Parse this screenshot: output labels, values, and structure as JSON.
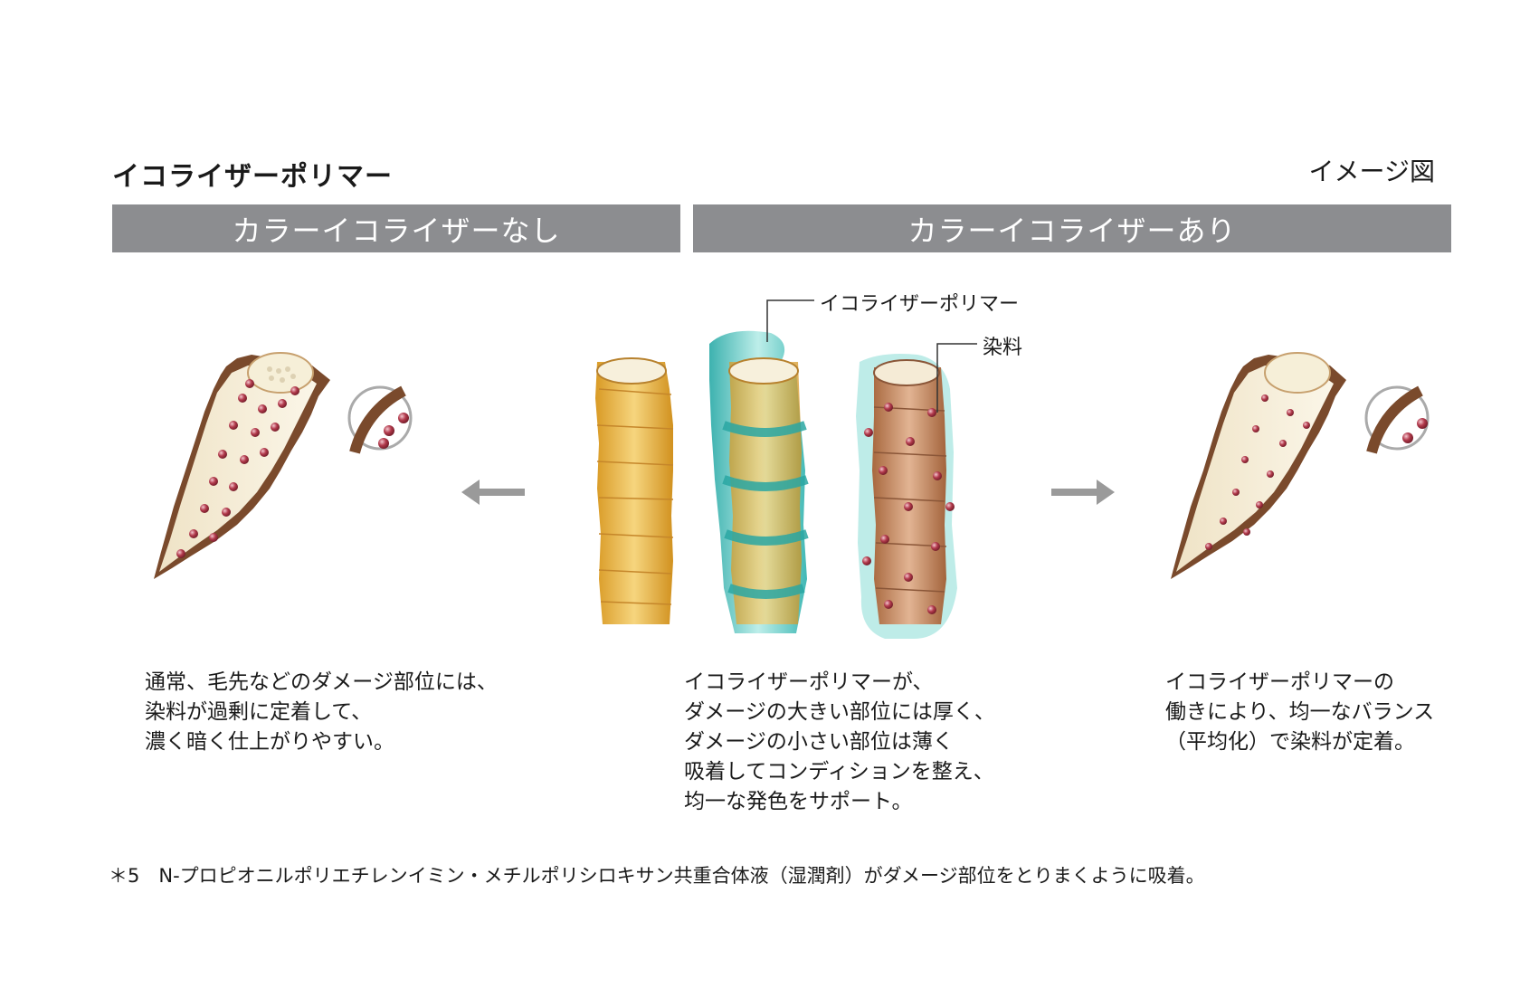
{
  "header": {
    "title": "イコライザーポリマー",
    "image_note": "イメージ図"
  },
  "bands": {
    "without": "カラーイコライザーなし",
    "with": "カラーイコライザーあり"
  },
  "labels": {
    "polymer": "イコライザーポリマー",
    "dye": "染料"
  },
  "captions": {
    "left": "通常、毛先などのダメージ部位には、\n染料が過剰に定着して、\n濃く暗く仕上がりやすい。",
    "center": "イコライザーポリマーが、\nダメージの大きい部位には厚く、\nダメージの小さい部位は薄く\n吸着してコンディションを整え、\n均一な発色をサポート。",
    "right": "イコライザーポリマーの\n働きにより、均一なバランス\n（平均化）で染料が定着。"
  },
  "footnote": "＊5　N-プロピオニルポリエチレンイミン・メチルポリシロキサン共重合体液（湿潤剤）がダメージ部位をとりまくように吸着。",
  "colors": {
    "band": "#8c8d90",
    "hair_gold": "#e7b23c",
    "polymer_teal": "#3fc0bc",
    "hair_brown": "#c0875e",
    "dye_dot": "#a3303e",
    "arrow": "#9a9a9a"
  }
}
